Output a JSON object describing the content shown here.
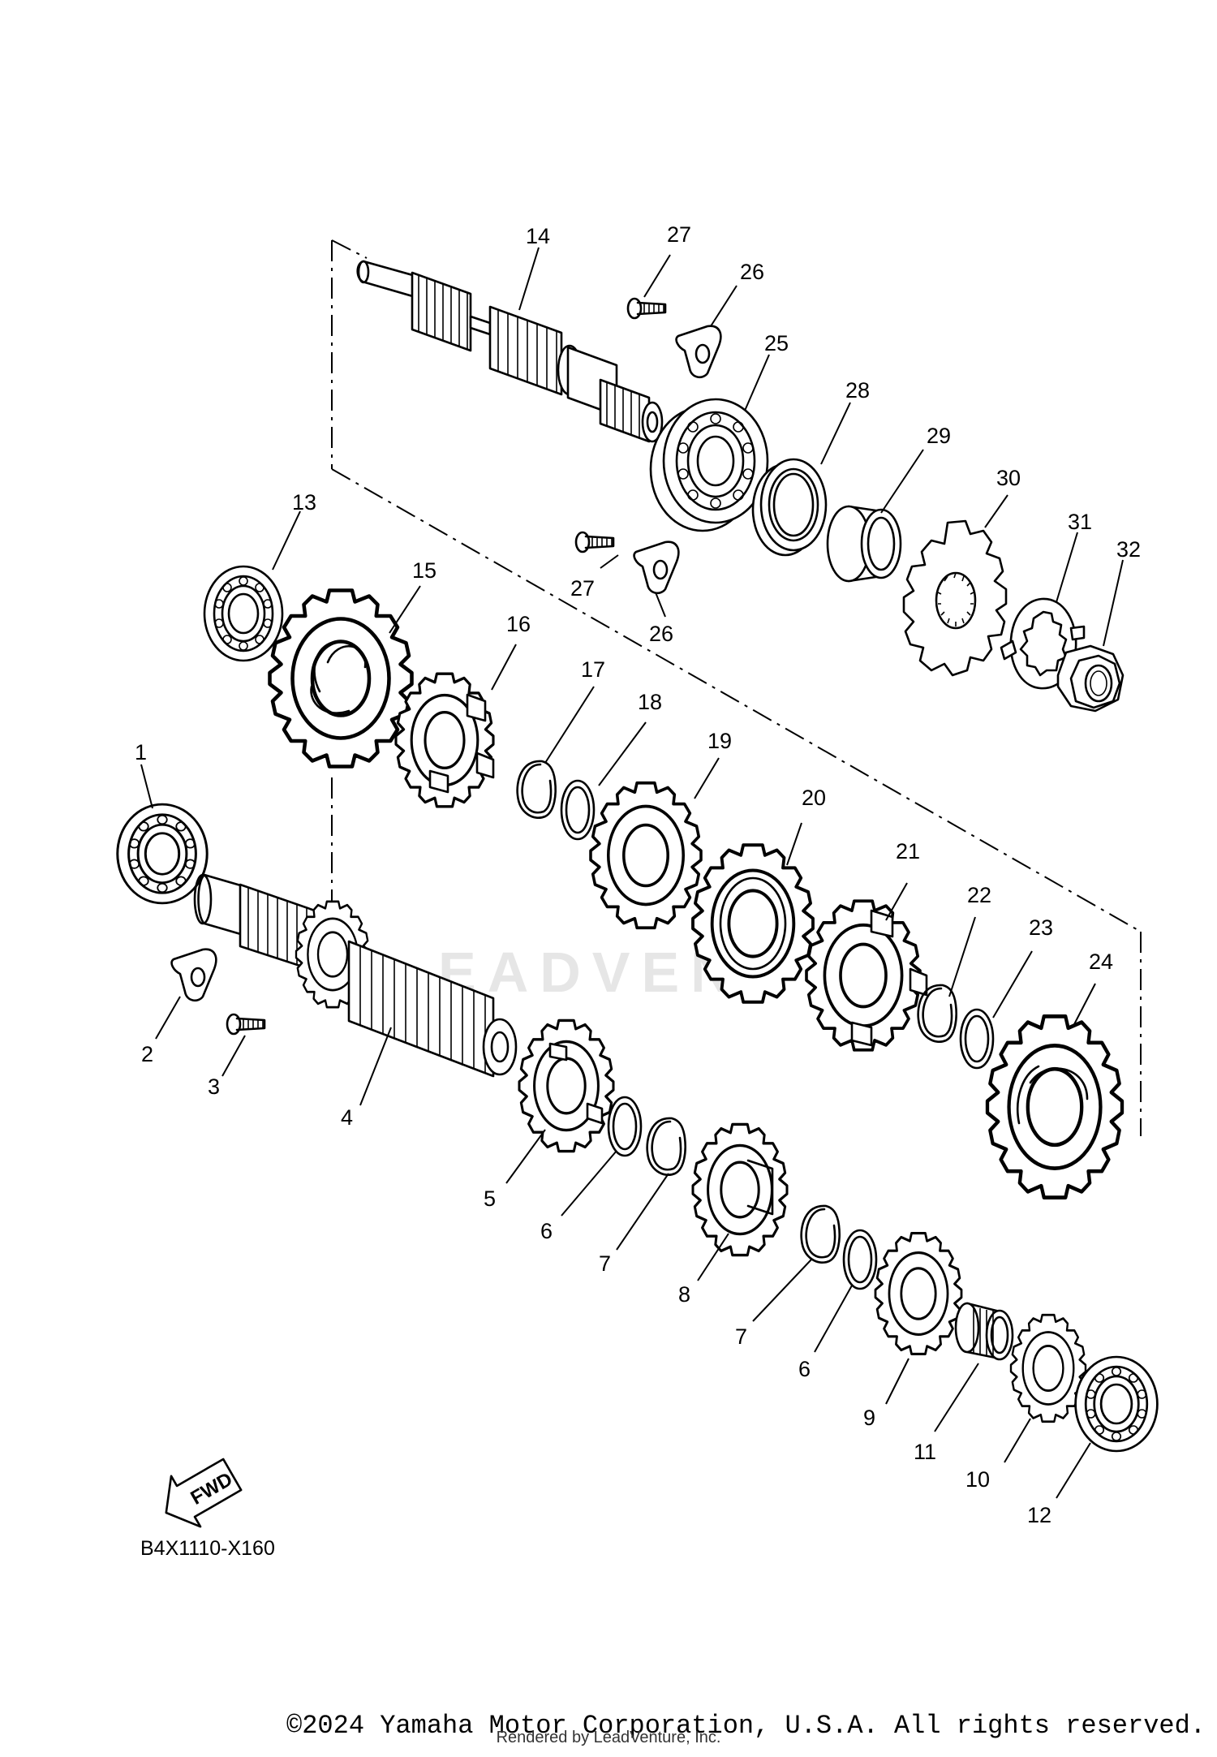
{
  "diagram": {
    "code": "B4X1110-X160",
    "direction_label": "FWD",
    "watermark": "EADVENT",
    "copyright": "©2024 Yamaha Motor Corporation, U.S.A. All rights reserved.",
    "rendered_by": "Rendered by LeadVenture, Inc."
  },
  "callouts": [
    {
      "id": "1",
      "label": "1"
    },
    {
      "id": "2",
      "label": "2"
    },
    {
      "id": "3",
      "label": "3"
    },
    {
      "id": "4",
      "label": "4"
    },
    {
      "id": "5",
      "label": "5"
    },
    {
      "id": "6a",
      "label": "6"
    },
    {
      "id": "6b",
      "label": "6"
    },
    {
      "id": "7a",
      "label": "7"
    },
    {
      "id": "7b",
      "label": "7"
    },
    {
      "id": "8",
      "label": "8"
    },
    {
      "id": "9",
      "label": "9"
    },
    {
      "id": "10",
      "label": "10"
    },
    {
      "id": "11",
      "label": "11"
    },
    {
      "id": "12",
      "label": "12"
    },
    {
      "id": "13",
      "label": "13"
    },
    {
      "id": "14",
      "label": "14"
    },
    {
      "id": "15",
      "label": "15"
    },
    {
      "id": "16",
      "label": "16"
    },
    {
      "id": "17",
      "label": "17"
    },
    {
      "id": "18",
      "label": "18"
    },
    {
      "id": "19",
      "label": "19"
    },
    {
      "id": "20",
      "label": "20"
    },
    {
      "id": "21",
      "label": "21"
    },
    {
      "id": "22",
      "label": "22"
    },
    {
      "id": "23",
      "label": "23"
    },
    {
      "id": "24",
      "label": "24"
    },
    {
      "id": "25",
      "label": "25"
    },
    {
      "id": "26a",
      "label": "26"
    },
    {
      "id": "26b",
      "label": "26"
    },
    {
      "id": "27a",
      "label": "27"
    },
    {
      "id": "27b",
      "label": "27"
    },
    {
      "id": "28",
      "label": "28"
    },
    {
      "id": "29",
      "label": "29"
    },
    {
      "id": "30",
      "label": "30"
    },
    {
      "id": "31",
      "label": "31"
    },
    {
      "id": "32",
      "label": "32"
    }
  ]
}
